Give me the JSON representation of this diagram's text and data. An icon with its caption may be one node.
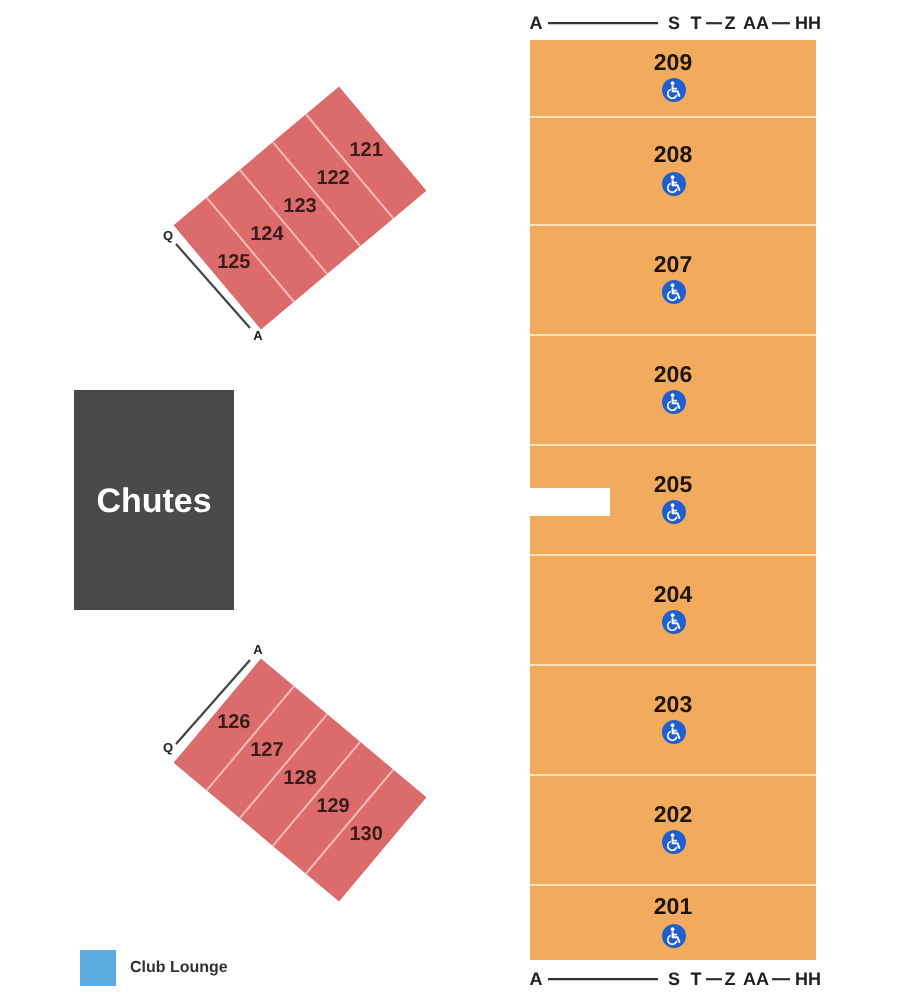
{
  "diagram": {
    "nodes": [
      {
        "text": [
          "121"
        ]
      },
      {
        "text": [
          "122"
        ]
      },
      {
        "text": [
          "123"
        ]
      },
      {
        "text": [
          "124"
        ]
      },
      {
        "text": [
          "125"
        ]
      },
      {
        "text": [
          "Chutes"
        ]
      },
      {
        "text": [
          "126"
        ]
      },
      {
        "text": [
          "127"
        ]
      },
      {
        "text": [
          "128"
        ]
      },
      {
        "text": [
          "129"
        ]
      },
      {
        "text": [
          "130"
        ]
      },
      {
        "text": [
          "209"
        ]
      },
      {
        "text": [
          "208"
        ]
      },
      {
        "text": [
          "207"
        ]
      },
      {
        "text": [
          "206"
        ]
      },
      {
        "text": [
          "205"
        ]
      },
      {
        "text": [
          "204"
        ]
      },
      {
        "text": [
          "203"
        ]
      },
      {
        "text": [
          "202"
        ]
      },
      {
        "text": [
          "201"
        ]
      }
    ],
    "labels": [
      "A",
      "S",
      "T",
      "Z",
      "AA",
      "HH",
      "Q",
      "A",
      "A",
      "Q",
      "A",
      "S",
      "T",
      "Z",
      "AA",
      "HH"
    ],
    "legend": [
      {
        "text": "Club Lounge",
        "color": "#5dade2"
      }
    ]
  }
}
